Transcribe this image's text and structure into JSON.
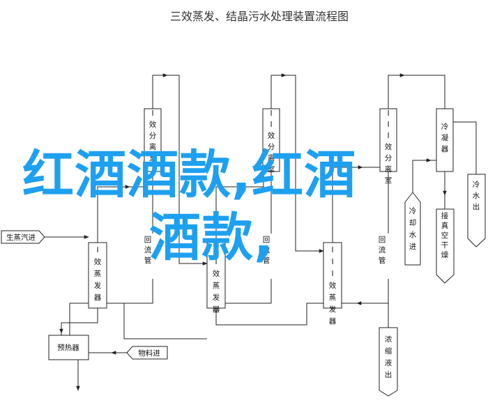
{
  "title": "三效蒸发、结晶污水处理装置流程图",
  "labels": {
    "sep1": "I效分离室",
    "sep2": "II效分离室",
    "sep3": "III效分离室",
    "condenser": "冷凝器",
    "evap1": "I效蒸发器",
    "evap2": "II效蒸发器",
    "evap3": "III效蒸发器",
    "reflux1": "回流管",
    "reflux2": "回流管",
    "reflux3": "回流管",
    "cooling": "冷却水进",
    "cool_out": "冷水出",
    "vacuum": "接真空、干燥",
    "concentrate": "浓缩液出",
    "preheater": "预热器",
    "steam_in": "生蒸汽进",
    "material_in": "物料进"
  },
  "watermark": {
    "line1": "红酒酒款,红酒",
    "line2": "酒款,"
  }
}
